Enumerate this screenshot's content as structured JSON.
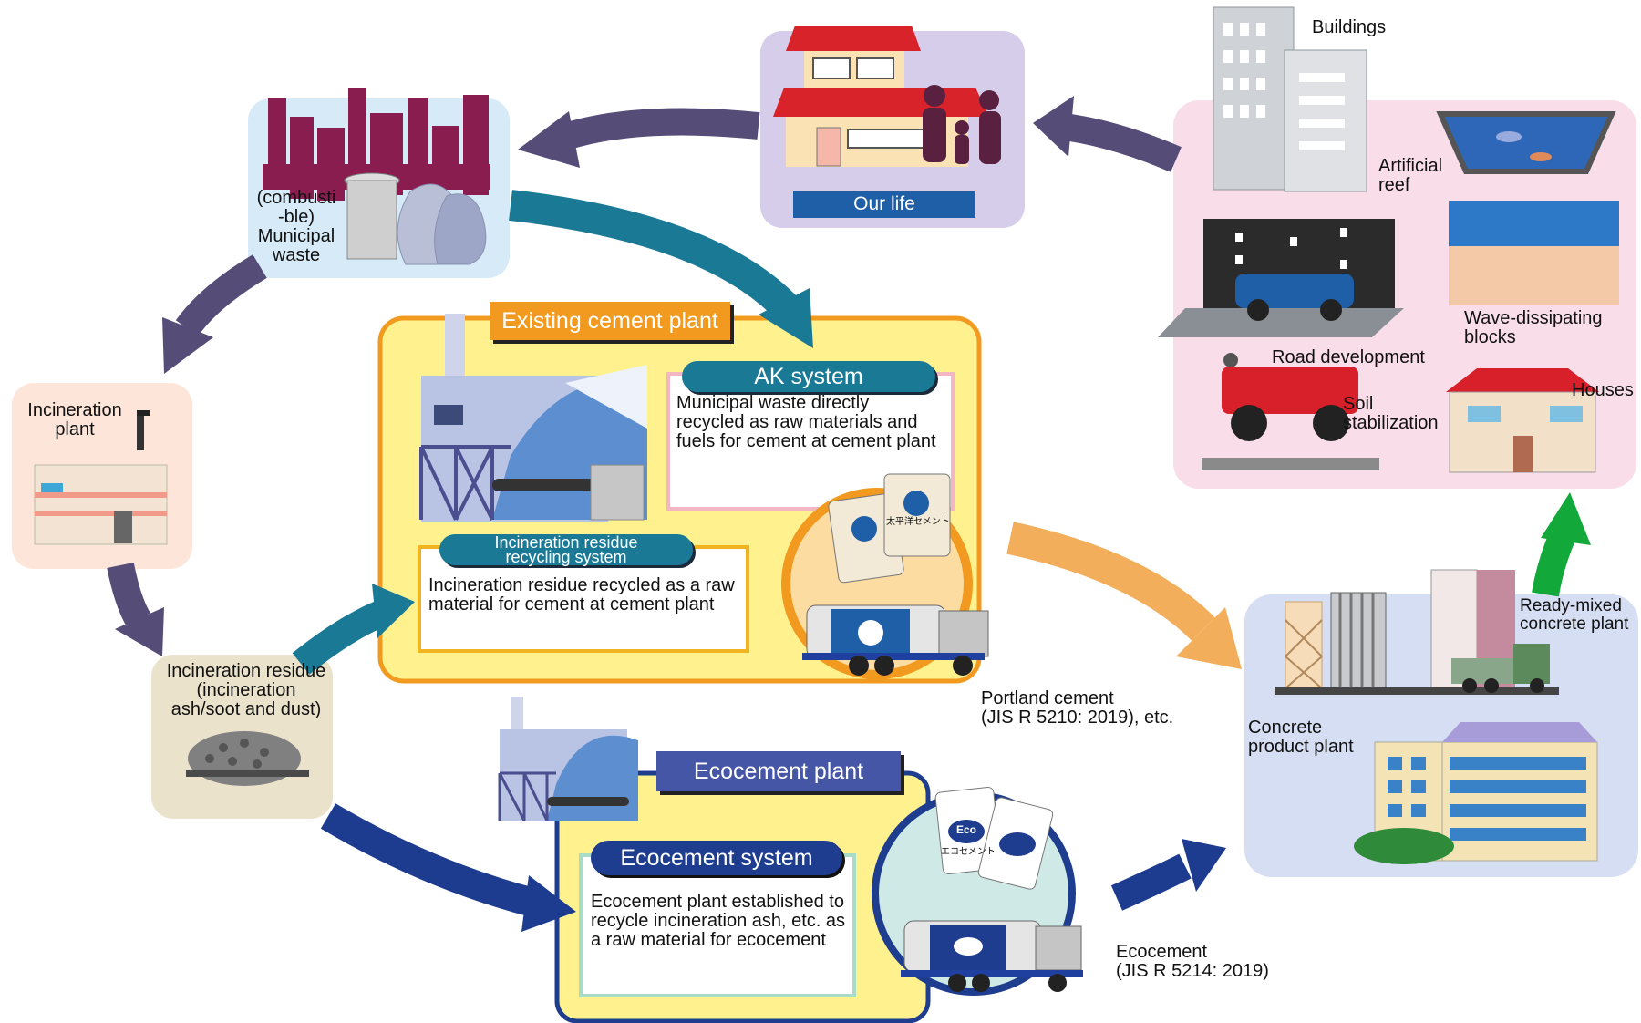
{
  "diagram": {
    "waste": {
      "label": "(combusti\n-ble)\nMunicipal\nwaste"
    },
    "life": {
      "label": "Our life"
    },
    "incineration_plant": {
      "label": "Incineration\nplant"
    },
    "residue": {
      "label": "Incineration residue\n(incineration\nash/soot and dust)"
    },
    "existing_plant": {
      "title": "Existing cement plant"
    },
    "ak_system": {
      "title": "AK system",
      "description": "Municipal waste directly recycled as raw materials and fuels for cement at cement plant"
    },
    "residue_system": {
      "title": "Incineration residue recycling system",
      "description": "Incineration residue recycled as a raw material for cement at cement plant"
    },
    "portland": {
      "label": "Portland cement\n(JIS R 5210: 2019), etc."
    },
    "ecocement_plant": {
      "title": "Ecocement plant"
    },
    "ecocement_system": {
      "title": "Ecocement system",
      "description": "Ecocement plant established to recycle incineration ash, etc. as a raw material for ecocement"
    },
    "ecocement": {
      "label": "Ecocement\n(JIS R 5214: 2019)"
    },
    "concrete_plant": {
      "label": "Concrete\nproduct plant"
    },
    "ready_mixed": {
      "label": "Ready-mixed\nconcrete plant"
    },
    "uses": {
      "buildings": "Buildings",
      "artificial_reef": "Artificial\nreef",
      "road": "Road development",
      "wave_blocks": "Wave-dissipating\nblocks",
      "soil": "Soil\nstabilization",
      "houses": "Houses"
    },
    "bag_text": {
      "cement_bag": "太平洋セメント",
      "eco_bag": "エコセメント",
      "eco_mark": "Eco"
    }
  },
  "colors": {
    "flow_purple": "#564c78",
    "flow_teal": "#1a7a96",
    "flow_navy": "#1d3c90",
    "flow_orange": "#f2ae5a",
    "flow_green": "#12a83a",
    "plant_yellow": "#fff28e",
    "plant_orange": "#f29a1f",
    "eco_blue": "#1f3d8f",
    "uses_pink": "#f9dde9",
    "concrete_blue": "#d5def2",
    "life_lavender": "#d5cde9",
    "waste_blue": "#d6ebf7"
  }
}
